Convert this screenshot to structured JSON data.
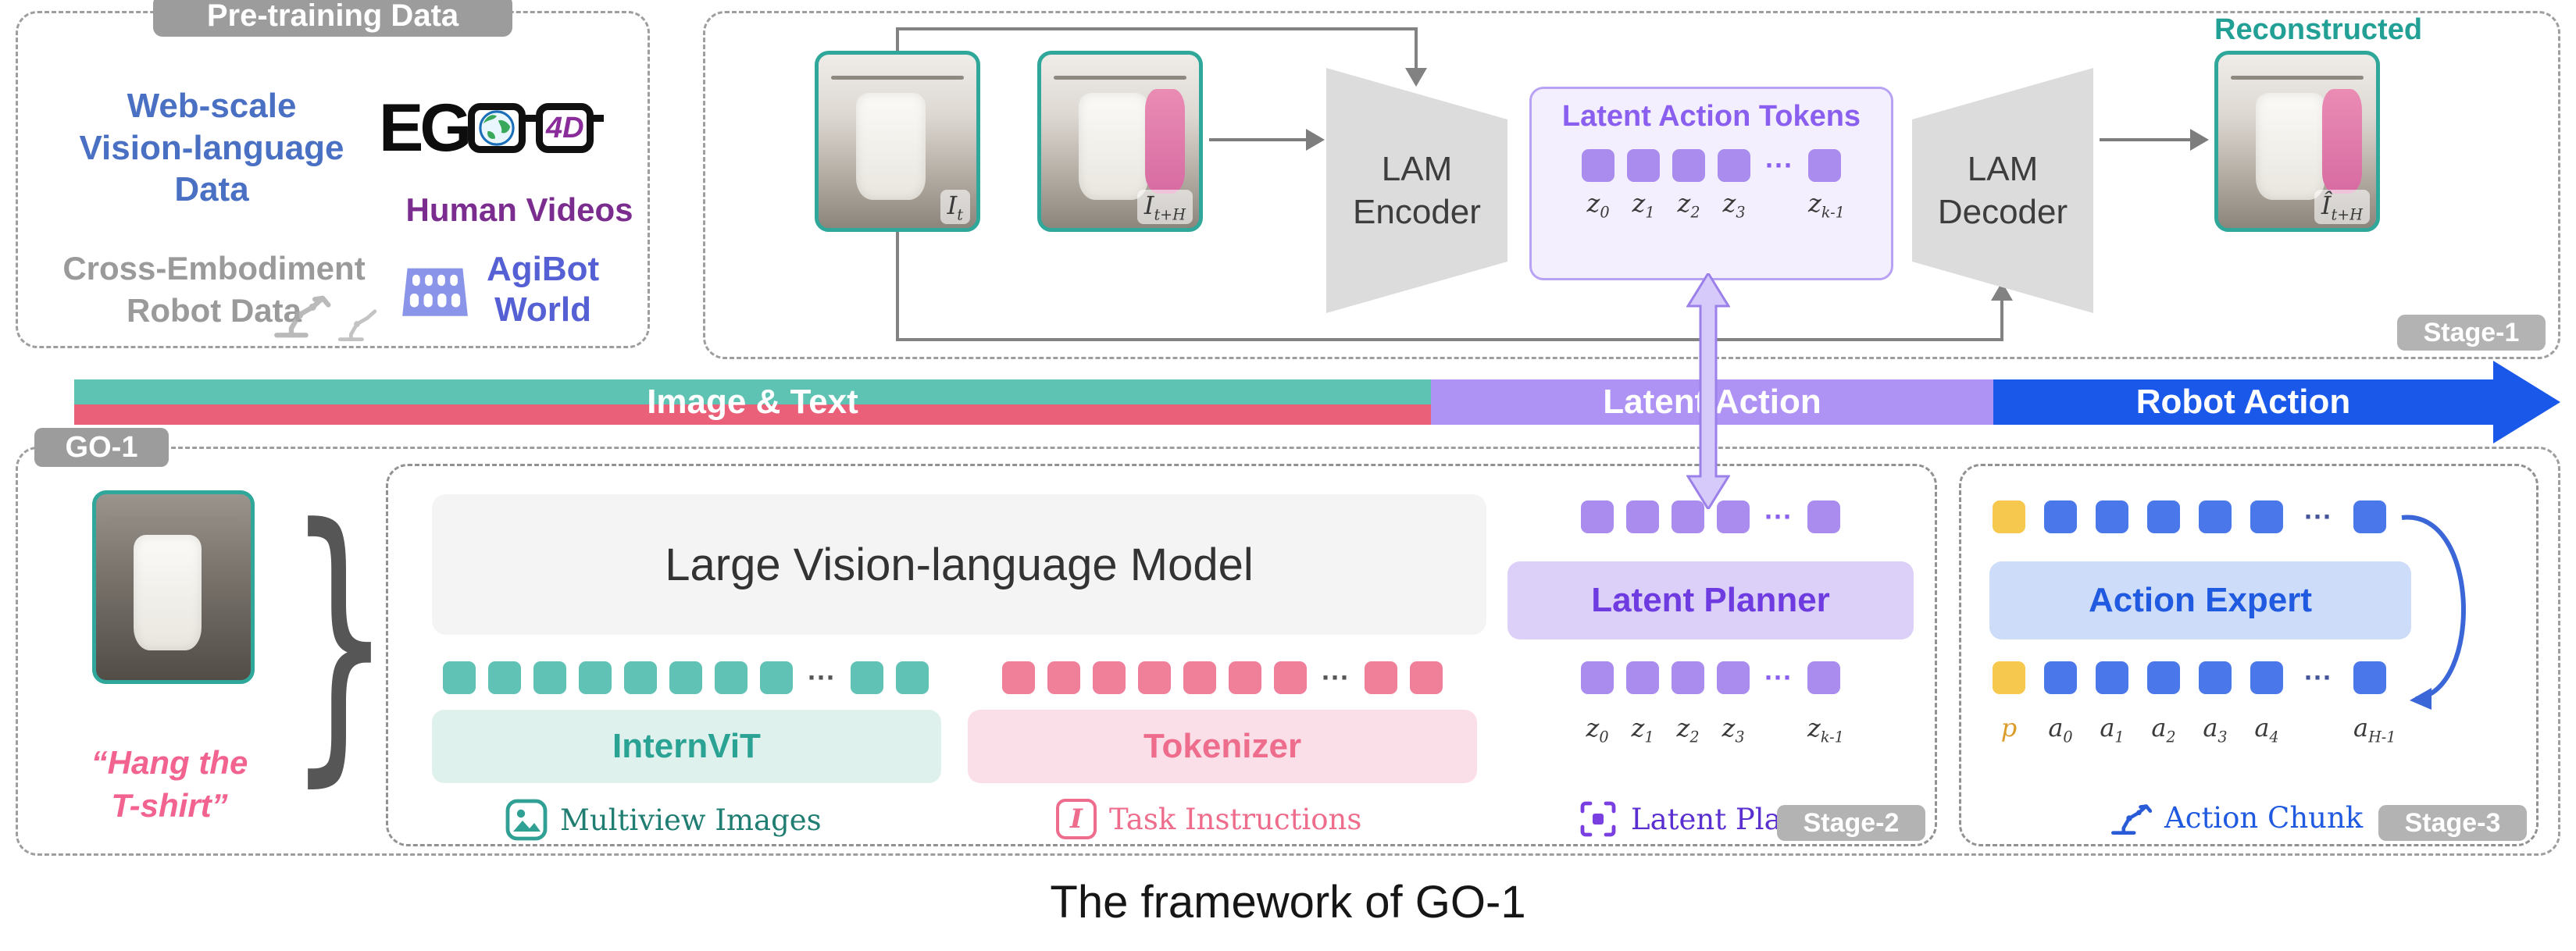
{
  "ellipsis": "···",
  "caption": "The framework of GO-1",
  "pretrain": {
    "title": "Pre-training Data",
    "web_scale": "Web-scale\nVision-language\nData",
    "ego_prefix": "EG",
    "ego_4d": "4D",
    "human_videos": "Human Videos",
    "cross_embodiment": "Cross-Embodiment\nRobot Data",
    "agibot": "AgiBot\nWorld"
  },
  "stage1": {
    "badge": "Stage-1",
    "encoder": "LAM\nEncoder",
    "decoder": "LAM\nDecoder",
    "latent_title": "Latent Action Tokens",
    "reconstructed": "Reconstructed",
    "img1_label": {
      "base": "I",
      "sub": "t"
    },
    "img2_label": {
      "base": "I",
      "sub": "t+H"
    },
    "recon_label": {
      "base": "Î",
      "sub": "t+H"
    },
    "z_labels": [
      {
        "base": "z",
        "sub": "0"
      },
      {
        "base": "z",
        "sub": "1"
      },
      {
        "base": "z",
        "sub": "2"
      },
      {
        "base": "z",
        "sub": "3"
      },
      {
        "base": "z",
        "sub": "k-1"
      }
    ]
  },
  "bar": {
    "image_text": "Image & Text",
    "latent_action": "Latent Action",
    "robot_action": "Robot Action"
  },
  "go1": {
    "badge": "GO-1",
    "instruction": "“Hang the\nT-shirt”",
    "brace": "}"
  },
  "stage2": {
    "badge": "Stage-2",
    "lvm": "Large Vision-language Model",
    "internvit": "InternViT",
    "tokenizer": "Tokenizer",
    "multiview": "Multiview Images",
    "task": "Task Instructions",
    "task_icon_glyph": "I",
    "planner": "Latent Planner",
    "planning": "Latent Planning",
    "z_labels": [
      {
        "base": "z",
        "sub": "0"
      },
      {
        "base": "z",
        "sub": "1"
      },
      {
        "base": "z",
        "sub": "2"
      },
      {
        "base": "z",
        "sub": "3"
      },
      {
        "base": "z",
        "sub": "k-1"
      }
    ]
  },
  "stage3": {
    "badge": "Stage-3",
    "expert": "Action Expert",
    "chunk": "Action Chunk",
    "labels": [
      {
        "base": "p",
        "sub": ""
      },
      {
        "base": "a",
        "sub": "0"
      },
      {
        "base": "a",
        "sub": "1"
      },
      {
        "base": "a",
        "sub": "2"
      },
      {
        "base": "a",
        "sub": "3"
      },
      {
        "base": "a",
        "sub": "4"
      },
      {
        "base": "a",
        "sub": "H-1"
      }
    ]
  },
  "colors": {
    "teal": "#2fa79a",
    "pink": "#ee6d8d",
    "purple": "#8a5ff0",
    "blue": "#1a58ea",
    "yellow": "#f6c84d",
    "bar_teal": "#5ec3b2",
    "bar_pink": "#ea6079",
    "bar_purple": "#ae93f5",
    "badge_gray": "#b3b3b3"
  }
}
